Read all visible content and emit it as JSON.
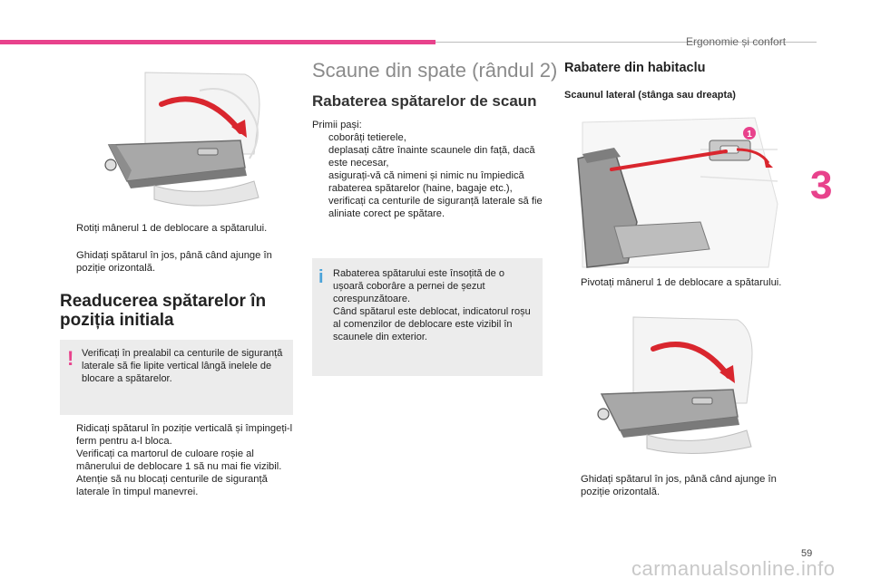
{
  "header": {
    "section_title": "Ergonomie și confort",
    "chapter_number": "3"
  },
  "left": {
    "step1": "Rotiți mânerul 1 de deblocare a spătarului.",
    "step2": "Ghidați spătarul în jos, până când ajunge în poziție orizontală.",
    "heading_line1": "Readucerea spătarelor în",
    "heading_line2": "poziția initiala",
    "warning": "Verificați în prealabil ca centurile de siguranță laterale să fie lipite vertical lângă inelele de blocare a spătarelor.",
    "steps2": [
      "Ridicați spătarul în poziție verticală și împingeți-l ferm pentru a-l bloca.",
      "Verificați ca martorul de culoare roșie al mânerului de deblocare 1 să nu mai fie vizibil.",
      "Atenție să nu blocați centurile de siguranță laterale în timpul manevrei."
    ]
  },
  "middle": {
    "title": "Scaune din spate (rândul 2)",
    "subtitle": "Rabaterea spătarelor de scaun",
    "intro": "Primii pași:",
    "steps": [
      "coborâți tetierele,",
      "deplasați către înainte scaunele din față, dacă este necesar,",
      "asigurați-vă că nimeni și nimic nu împiedică rabaterea spătarelor (haine, bagaje etc.),",
      "verificați ca centurile de siguranță laterale să fie aliniate corect pe spătare."
    ],
    "info": "Rabaterea spătarului este însoțită de o ușoară coborâre a pernei de șezut corespunzătoare.\nCând spătarul este deblocat, indicatorul roșu al comenzilor de deblocare este vizibil în scaunele din exterior."
  },
  "right": {
    "heading": "Rabatere din habitaclu",
    "subheading": "Scaunul lateral (stânga sau dreapta)",
    "callout": "1",
    "step1": "Pivotați mânerul 1 de deblocare a spătarului.",
    "step2": "Ghidați spătarul în jos, până când ajunge în poziție orizontală."
  },
  "footer": {
    "page_number": "59",
    "watermark": "carmanualsonline.info"
  },
  "glyphs": {
    "bullet": "",
    "warning": "!",
    "info": "i"
  },
  "colors": {
    "accent": "#e8428c",
    "info": "#4ba3d9",
    "box": "#ececec",
    "arrow": "#d9262e"
  },
  "icons": [
    "seat-folded-illustration",
    "seat-upright-illustration",
    "curved-arrow-icon",
    "callout-badge-icon"
  ]
}
